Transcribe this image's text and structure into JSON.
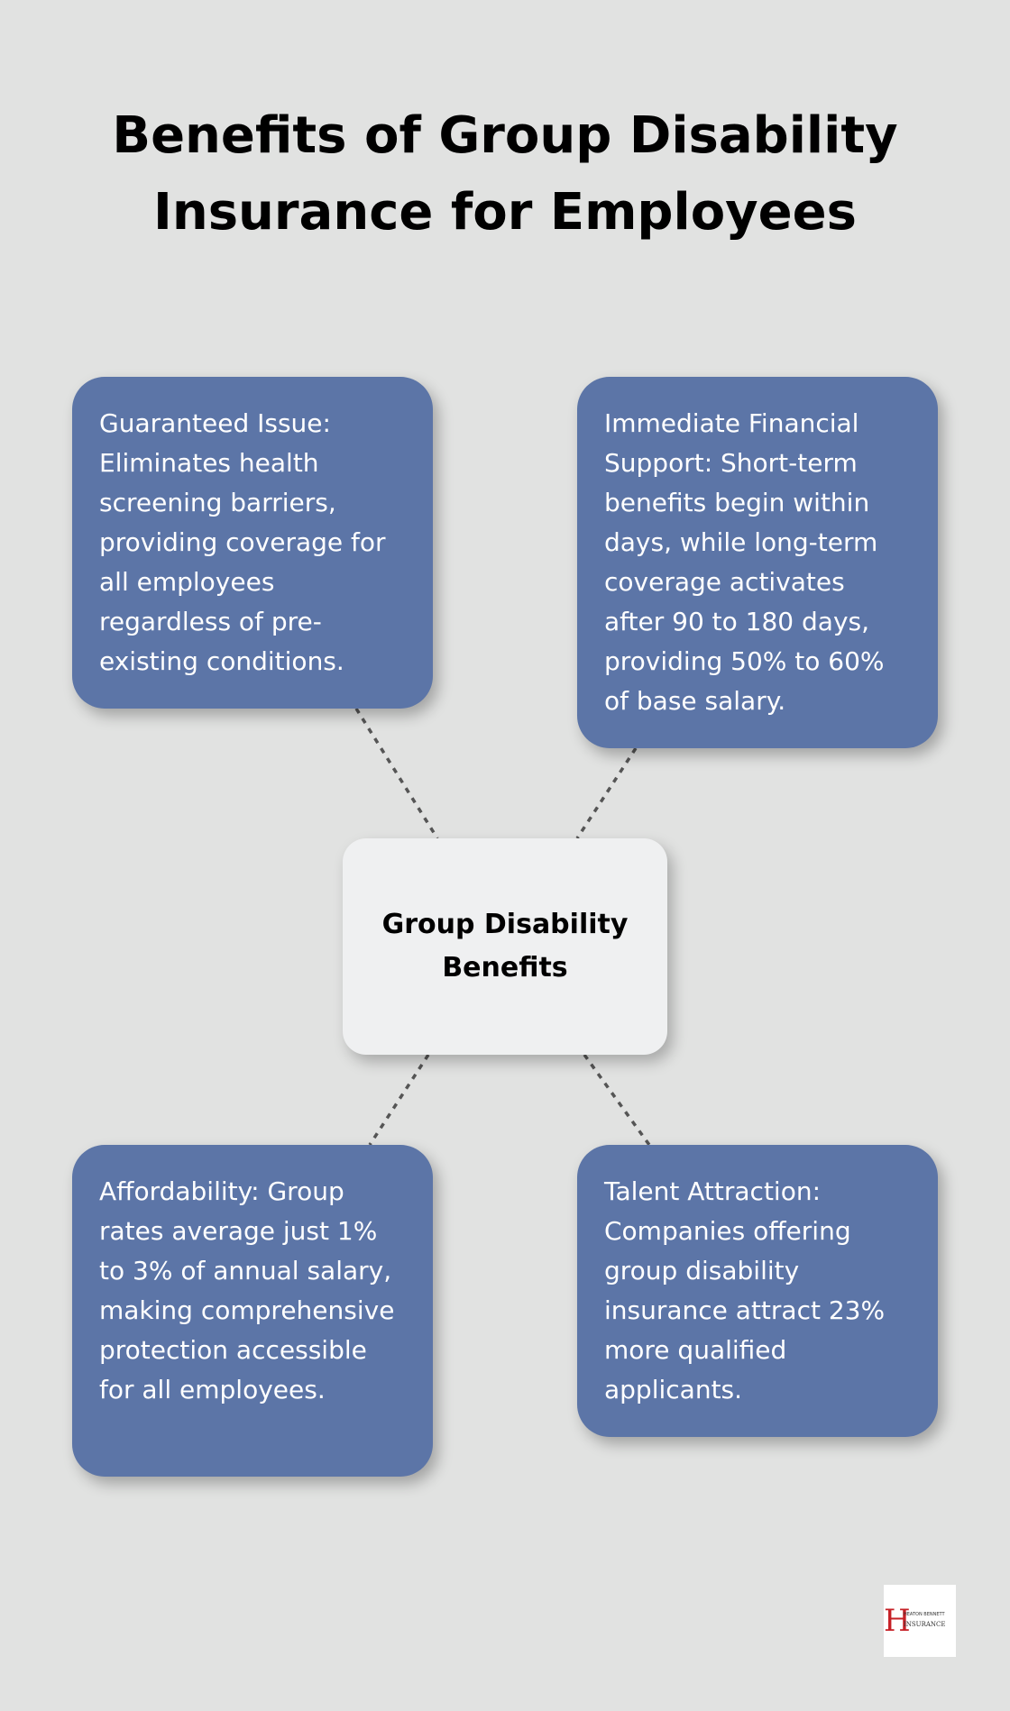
{
  "title": "Benefits of Group Disability Insurance for Employees",
  "center": {
    "label": "Group Disability Benefits"
  },
  "benefits": [
    {
      "position": "top-left",
      "text": "Guaranteed Issue: Eliminates health screening barriers, providing coverage for all employees regardless of pre-existing conditions."
    },
    {
      "position": "top-right",
      "text": "Immediate Financial Support: Short-term benefits begin within days, while long-term coverage activates after 90 to 180 days, providing 50% to 60% of base salary."
    },
    {
      "position": "bottom-left",
      "text": "Affordability: Group rates average just 1% to 3% of annual salary, making comprehensive protection accessible for all employees."
    },
    {
      "position": "bottom-right",
      "text": "Talent Attraction: Companies offering group disability insurance attract 23% more qualified applicants."
    }
  ],
  "logo": {
    "letter": "H",
    "top_text": "HEATON BENNETT",
    "bottom_text": "INSURANCE"
  },
  "colors": {
    "background": "#e1e2e1",
    "card": "#5c75a7",
    "center_box": "#eff0f1",
    "connector": "#555555",
    "logo_accent": "#c62026"
  }
}
